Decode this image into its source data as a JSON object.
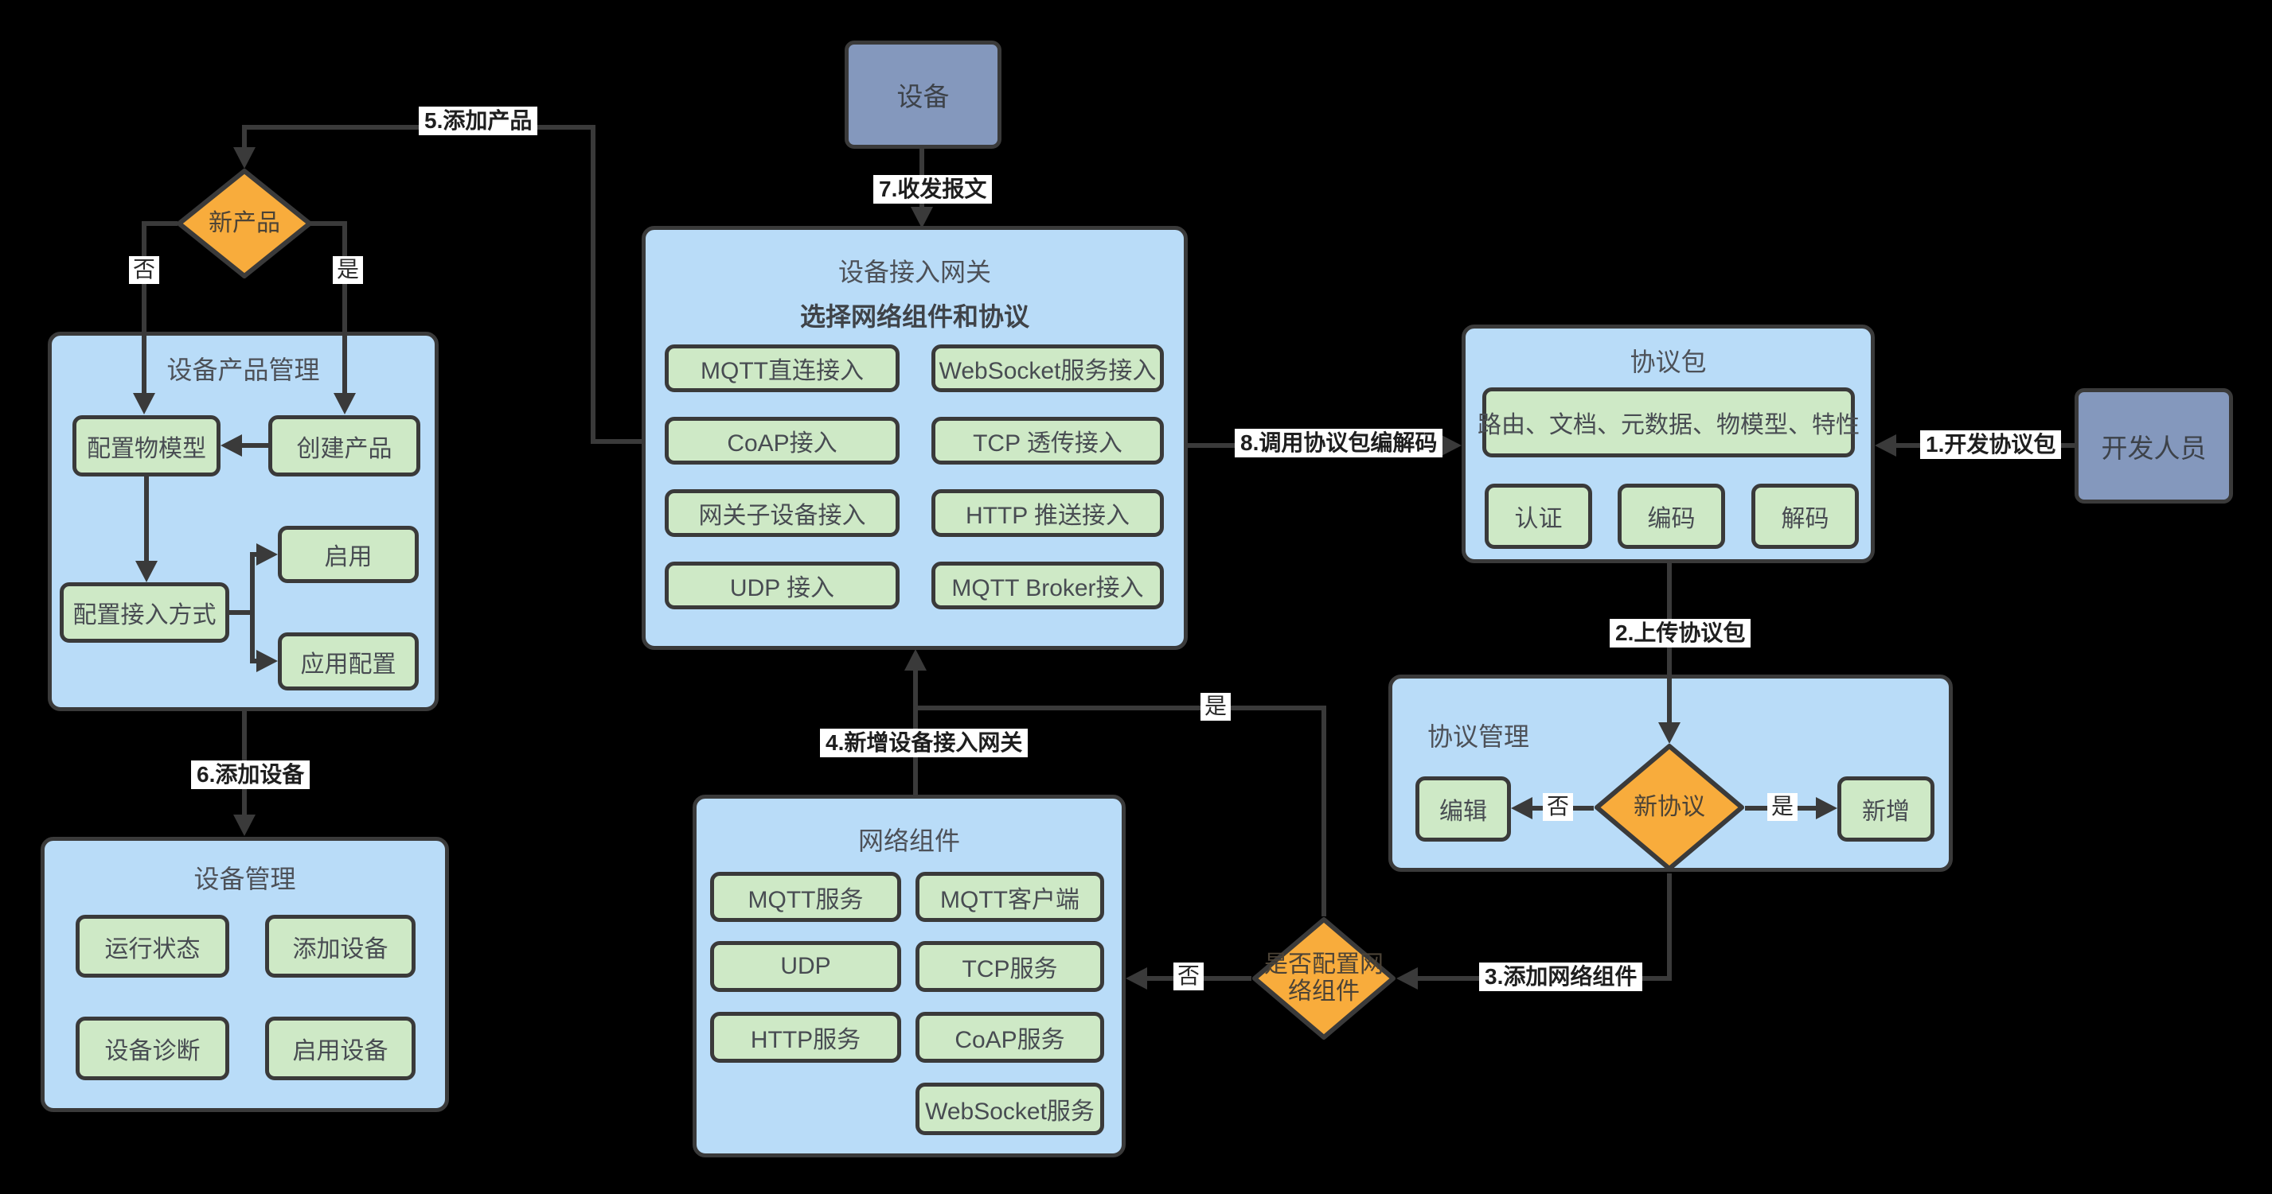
{
  "colors": {
    "background": "#000000",
    "panel_fill": "#b9dcf8",
    "item_fill": "#cee9c6",
    "actor_fill": "#8498bd",
    "decision_fill": "#f8ac3c",
    "stroke": "#3a3a3a"
  },
  "nodes": {
    "device": {
      "label": "设备"
    },
    "developer": {
      "label": "开发人员"
    },
    "gateway": {
      "title": "设备接入网关",
      "subtitle": "选择网络组件和协议",
      "items": [
        "MQTT直连接入",
        "WebSocket服务接入",
        "CoAP接入",
        "TCP 透传接入",
        "网关子设备接入",
        "HTTP 推送接入",
        "UDP 接入",
        "MQTT Broker接入"
      ]
    },
    "protocol_package": {
      "title": "协议包",
      "capabilities": "路由、文档、元数据、物模型、特性",
      "items": [
        "认证",
        "编码",
        "解码"
      ]
    },
    "protocol_management": {
      "title": "协议管理",
      "edit": "编辑",
      "add": "新增"
    },
    "network_components": {
      "title": "网络组件",
      "items": [
        "MQTT服务",
        "MQTT客户端",
        "UDP",
        "TCP服务",
        "HTTP服务",
        "CoAP服务",
        "WebSocket服务"
      ]
    },
    "product_management": {
      "title": "设备产品管理",
      "config_model": "配置物模型",
      "create_product": "创建产品",
      "config_access": "配置接入方式",
      "enable": "启用",
      "app_config": "应用配置"
    },
    "device_management": {
      "title": "设备管理",
      "items": [
        "运行状态",
        "添加设备",
        "设备诊断",
        "启用设备"
      ]
    },
    "decisions": {
      "new_product": "新产品",
      "new_protocol": "新协议",
      "config_network_line1": "是否配置网",
      "config_network_line2": "络组件"
    }
  },
  "edge_labels": {
    "step1": "1.开发协议包",
    "step2": "2.上传协议包",
    "step3": "3.添加网络组件",
    "step4": "4.新增设备接入网关",
    "step5": "5.添加产品",
    "step6": "6.添加设备",
    "step7": "7.收发报文",
    "step8": "8.调用协议包编解码",
    "yes": "是",
    "no": "否"
  }
}
